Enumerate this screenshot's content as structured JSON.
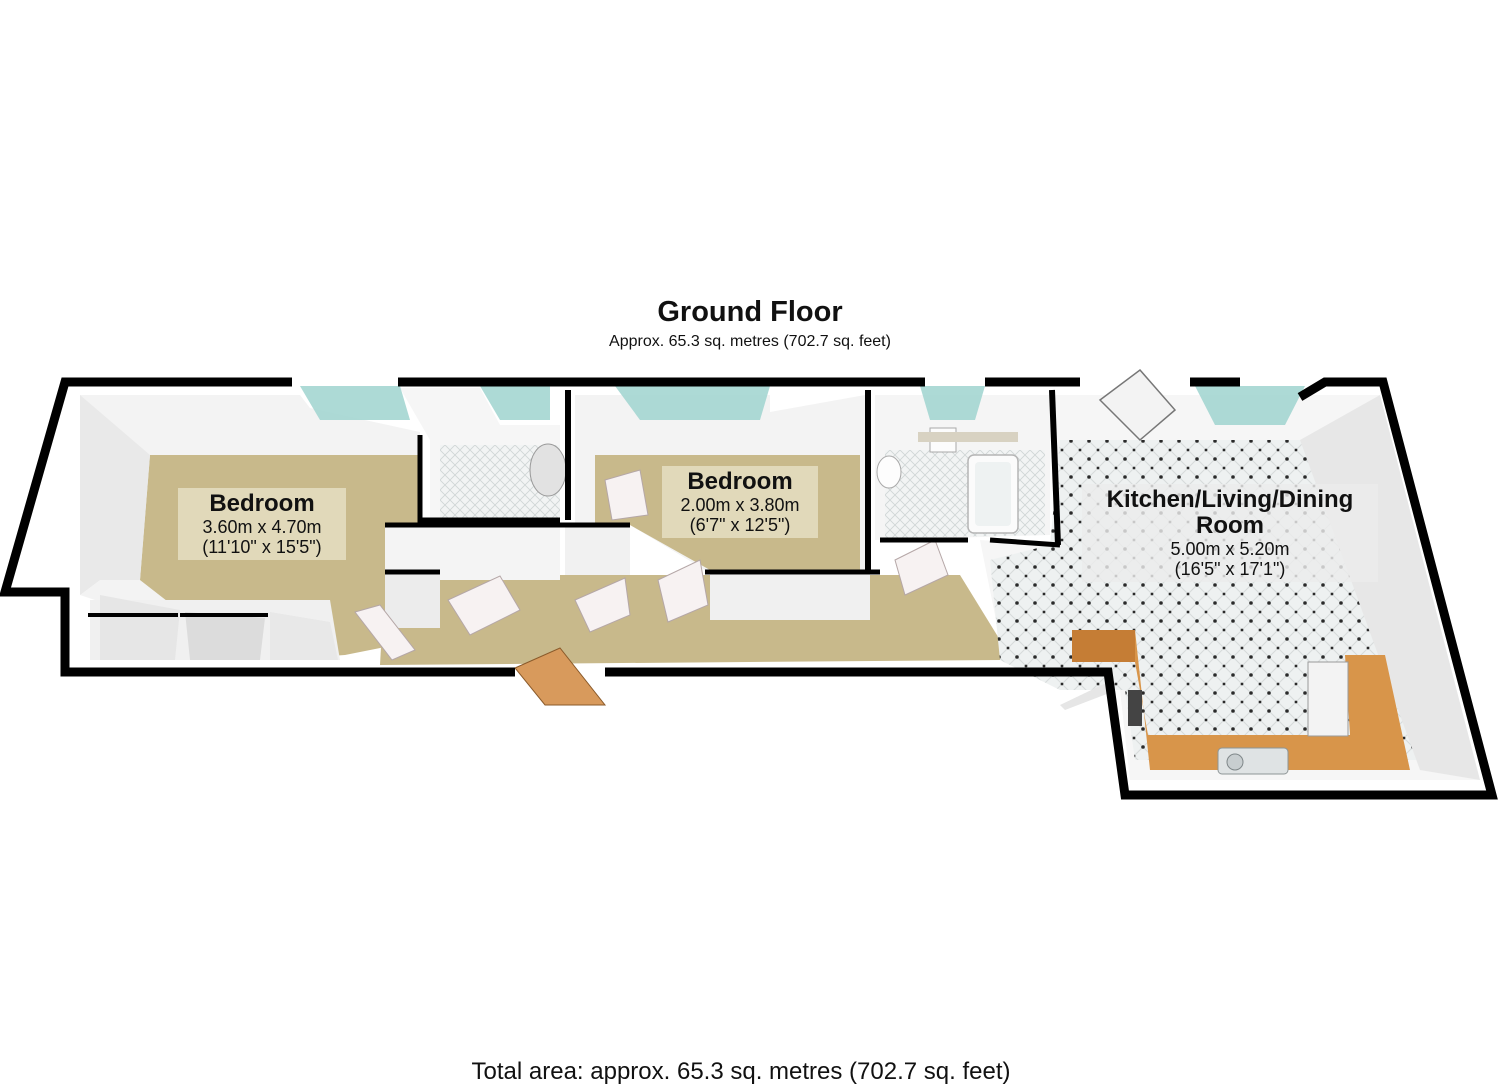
{
  "floor": {
    "title": "Ground Floor",
    "subtitle": "Approx. 65.3 sq. metres (702.7 sq. feet)"
  },
  "rooms": [
    {
      "name": "Bedroom",
      "dimensions_metric": "3.60m x 4.70m",
      "dimensions_imperial": "(11'10\" x 15'5\")"
    },
    {
      "name": "Bedroom",
      "dimensions_metric": "2.00m x 3.80m",
      "dimensions_imperial": "(6'7\" x 12'5\")"
    },
    {
      "name": "Kitchen/Living/Dining Room",
      "dimensions_metric": "5.00m x 5.20m",
      "dimensions_imperial": "(16'5\" x 17'1\")"
    }
  ],
  "total": {
    "text": "Total area: approx. 65.3 sq. metres (702.7 sq. feet)"
  },
  "colors": {
    "wall": "#000000",
    "carpet": "#c6b88a",
    "tile": "#ecefef",
    "worktop": "#d8954a",
    "window": "#9fd3cf",
    "inner_wall": "#f4f4f4"
  }
}
